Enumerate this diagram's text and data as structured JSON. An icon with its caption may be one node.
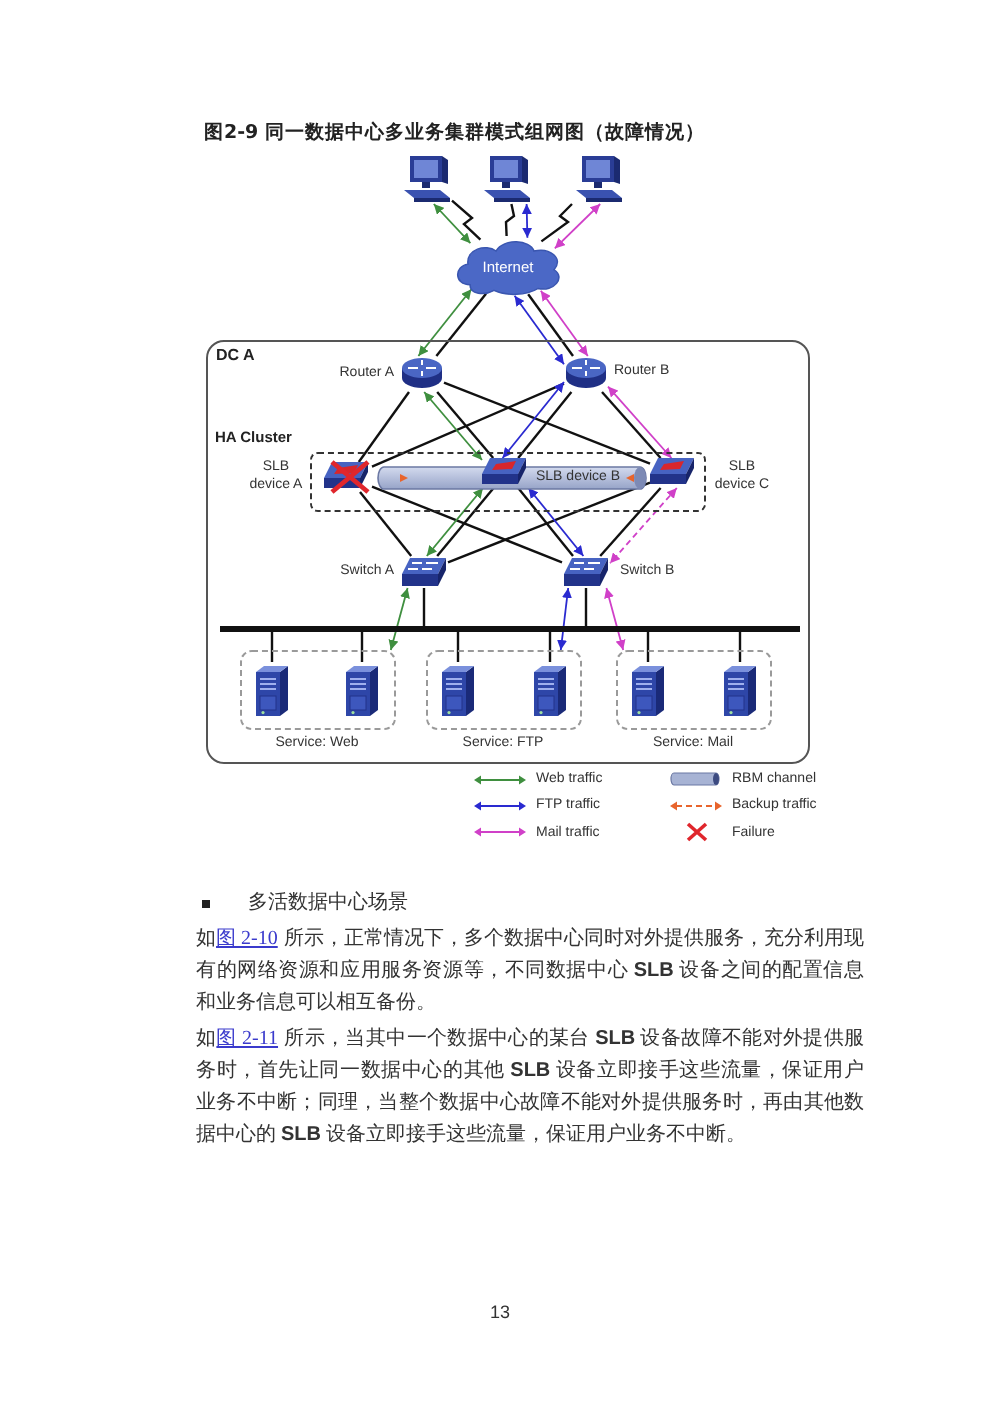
{
  "diagram": {
    "title": "图2-9 同一数据中心多业务集群模式组网图（故障情况）",
    "nodes": [
      {
        "text": [],
        "shape": "picture"
      },
      {
        "text": [],
        "shape": "picture"
      },
      {
        "text": [],
        "shape": "picture"
      },
      {
        "text": [
          "Internet"
        ]
      },
      {
        "text": [
          "DC A"
        ]
      },
      {
        "text": [],
        "shape": "picture",
        "in": 4,
        "beside": [
          "Router A"
        ]
      },
      {
        "text": [],
        "shape": "picture",
        "in": 4,
        "beside": [
          "Router B"
        ]
      },
      {
        "text": [
          "HA Cluster"
        ],
        "in": 4
      },
      {
        "text": [],
        "shape": "picture",
        "in": 7,
        "beside": [
          "SLB device A"
        ]
      },
      {
        "text": [],
        "shape": "picture",
        "in": 7,
        "beside": [
          "SLB device B"
        ]
      },
      {
        "text": [],
        "shape": "picture",
        "in": 7,
        "beside": [
          "SLB device C"
        ]
      },
      {
        "text": [],
        "shape": "picture",
        "in": 4,
        "beside": [
          "Switch A"
        ]
      },
      {
        "text": [],
        "shape": "picture",
        "in": 4,
        "beside": [
          "Switch B"
        ]
      },
      {
        "text": [],
        "shape": "bar",
        "in": 4
      },
      {
        "text": [
          "Service: Web"
        ],
        "in": 4
      },
      {
        "text": [],
        "shape": "picture",
        "in": 14
      },
      {
        "text": [],
        "shape": "picture",
        "in": 14
      },
      {
        "text": [
          "Service: FTP"
        ],
        "in": 4
      },
      {
        "text": [],
        "shape": "picture",
        "in": 17
      },
      {
        "text": [],
        "shape": "picture",
        "in": 17
      },
      {
        "text": [
          "Service: Mail"
        ],
        "in": 4
      },
      {
        "text": [],
        "shape": "picture",
        "in": 20
      },
      {
        "text": [],
        "shape": "picture",
        "in": 20
      }
    ],
    "edges": [
      {
        "from": 0,
        "to": 3,
        "arrow": "none"
      },
      {
        "from": 1,
        "to": 3,
        "arrow": "none"
      },
      {
        "from": 2,
        "to": 3,
        "arrow": "none"
      },
      {
        "from": 3,
        "to": 5,
        "arrow": "none"
      },
      {
        "from": 3,
        "to": 6,
        "arrow": "none"
      },
      {
        "from": 5,
        "to": 8,
        "arrow": "none"
      },
      {
        "from": 5,
        "to": 9,
        "arrow": "none"
      },
      {
        "from": 5,
        "to": 10,
        "arrow": "none"
      },
      {
        "from": 6,
        "to": 8,
        "arrow": "none"
      },
      {
        "from": 6,
        "to": 9,
        "arrow": "none"
      },
      {
        "from": 6,
        "to": 10,
        "arrow": "none"
      },
      {
        "from": 8,
        "to": 11,
        "arrow": "none"
      },
      {
        "from": 8,
        "to": 12,
        "arrow": "none"
      },
      {
        "from": 9,
        "to": 11,
        "arrow": "none"
      },
      {
        "from": 9,
        "to": 12,
        "arrow": "none"
      },
      {
        "from": 10,
        "to": 11,
        "arrow": "none"
      },
      {
        "from": 10,
        "to": 12,
        "arrow": "none"
      },
      {
        "from": 11,
        "to": 13,
        "arrow": "none"
      },
      {
        "from": 12,
        "to": 13,
        "arrow": "none"
      },
      {
        "from": 13,
        "to": 15,
        "arrow": "none"
      },
      {
        "from": 13,
        "to": 16,
        "arrow": "none"
      },
      {
        "from": 13,
        "to": 18,
        "arrow": "none"
      },
      {
        "from": 13,
        "to": 19,
        "arrow": "none"
      },
      {
        "from": 13,
        "to": 21,
        "arrow": "none"
      },
      {
        "from": 13,
        "to": 22,
        "arrow": "none"
      },
      {
        "from": 0,
        "to": 3,
        "arrow": "both",
        "color": "#3f8f3f"
      },
      {
        "from": 3,
        "to": 5,
        "arrow": "both",
        "color": "#3f8f3f"
      },
      {
        "from": 5,
        "to": 9,
        "arrow": "both",
        "color": "#3f8f3f"
      },
      {
        "from": 9,
        "to": 11,
        "arrow": "both",
        "color": "#3f8f3f"
      },
      {
        "from": 11,
        "to": 14,
        "arrow": "both",
        "color": "#3f8f3f"
      },
      {
        "from": 1,
        "to": 3,
        "arrow": "both",
        "color": "#2a2ad0"
      },
      {
        "from": 3,
        "to": 6,
        "arrow": "both",
        "color": "#2a2ad0"
      },
      {
        "from": 6,
        "to": 9,
        "arrow": "both",
        "color": "#2a2ad0"
      },
      {
        "from": 9,
        "to": 12,
        "arrow": "both",
        "color": "#2a2ad0"
      },
      {
        "from": 12,
        "to": 17,
        "arrow": "both",
        "color": "#2a2ad0"
      },
      {
        "from": 2,
        "to": 3,
        "arrow": "both",
        "color": "#d040c8"
      },
      {
        "from": 3,
        "to": 6,
        "arrow": "both",
        "color": "#d040c8"
      },
      {
        "from": 6,
        "to": 10,
        "arrow": "both",
        "color": "#d040c8"
      },
      {
        "from": 10,
        "to": 12,
        "arrow": "both",
        "style": "dashed",
        "color": "#d040c8"
      },
      {
        "from": 12,
        "to": 20,
        "arrow": "both",
        "color": "#d040c8"
      }
    ],
    "labels": [
      "多活数据中心场景",
      "如",
      "图 2-10",
      "所示，正常情况下，多个数据中心同时对外提供服务，充分利用现有的网络资源和应用服务资源等，不同数据中心 **SLB** 设备之间的配置信息和业务信息可以相互备份。",
      "如",
      "图 2-11",
      "所示，当其中一个数据中心的某台 **SLB** 设备故障不能对外提供服务时，首先让同一数据中心的其他 **SLB** 设备立即接手这些流量，保证用户业务不中断；同理，当整个数据中心故障不能对外提供服务时，再由其他数据中心的 **SLB** 设备立即接手这些流量，保证用户业务不中断。",
      "13"
    ],
    "legend": [
      {
        "text": "Web traffic"
      },
      {
        "text": "RBM channel"
      },
      {
        "text": "FTP traffic"
      },
      {
        "text": "Backup traffic"
      },
      {
        "text": "Mail traffic"
      },
      {
        "text": "Failure"
      }
    ]
  }
}
